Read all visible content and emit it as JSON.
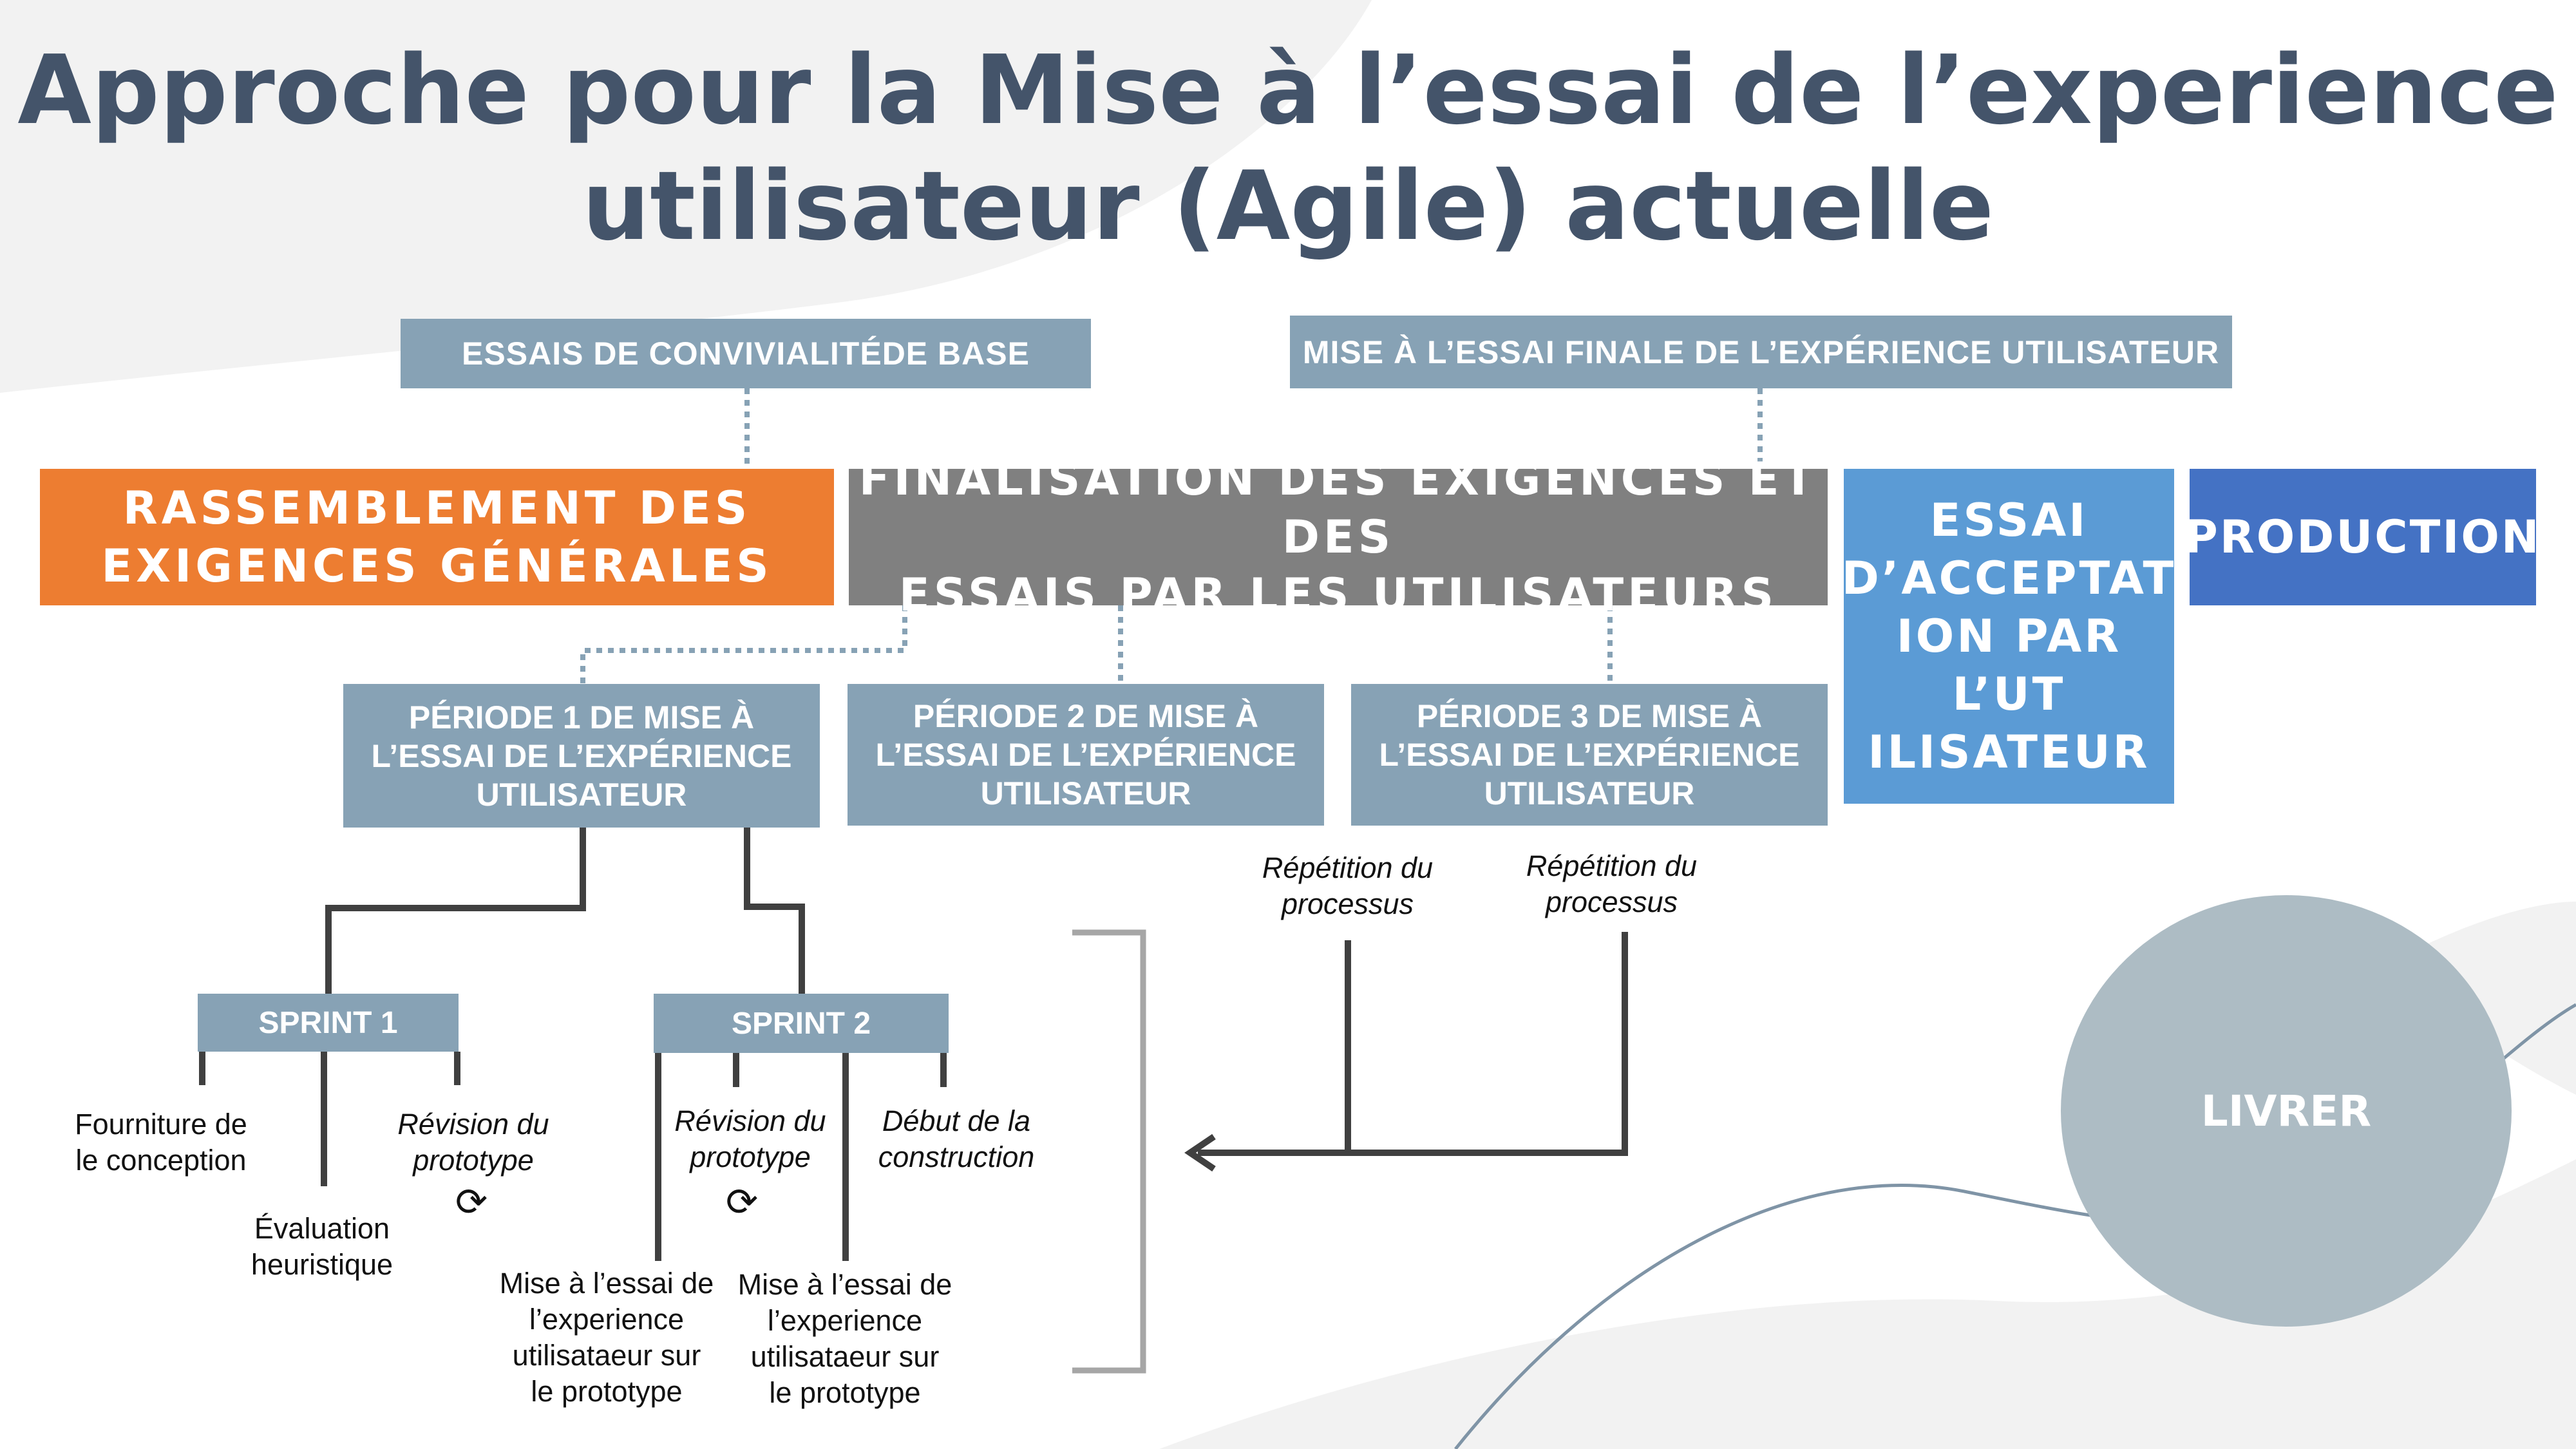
{
  "title": {
    "line1": "Approche pour la Mise à l’essai de l’experience",
    "line2": "utilisateur (Agile) actuelle"
  },
  "top_labels": {
    "left": "ESSAIS DE CONVIVIALITÉDE BASE",
    "right": "MISE À L’ESSAI FINALE DE L’EXPÉRIENCE UTILISATEUR"
  },
  "phases": {
    "gathering": {
      "line1": "RASSEMBLEMENT DES",
      "line2": "EXIGENCES GÉNÉRALES"
    },
    "finalization": {
      "line1": "FINALISATION DES EXIGENCES ET DES",
      "line2": "ESSAIS PAR LES UTILISATEURS"
    },
    "acceptance": {
      "line1": "ESSAI",
      "line2": "D’ACCEPTAT",
      "line3": "ION PAR",
      "line4": "L’UT",
      "line5": "ILISATEUR"
    },
    "production": "PRODUCTION"
  },
  "periods": [
    {
      "line1": "PÉRIODE 1 DE MISE À",
      "line2": "L’ESSAI DE L’EXPÉRIENCE",
      "line3": "UTILISATEUR"
    },
    {
      "line1": "PÉRIODE 2 DE MISE À",
      "line2": "L’ESSAI DE L’EXPÉRIENCE",
      "line3": "UTILISATEUR"
    },
    {
      "line1": "PÉRIODE 3 DE MISE À",
      "line2": "L’ESSAI DE L’EXPÉRIENCE",
      "line3": "UTILISATEUR"
    }
  ],
  "sprints": [
    "SPRINT 1",
    "SPRINT 2"
  ],
  "sprint1_items": {
    "design": {
      "line1": "Fourniture de",
      "line2": "le conception"
    },
    "heuristic": {
      "line1": "Évaluation",
      "line2": "heuristique"
    },
    "review": {
      "line1": "Révision du",
      "line2": "prototype"
    }
  },
  "sprint2_items": {
    "review": {
      "line1": "Révision du",
      "line2": "prototype"
    },
    "build": {
      "line1": "Début de la",
      "line2": "construction"
    },
    "test_a": {
      "line1": "Mise à l’essai de",
      "line2": "l’experience",
      "line3": "utilisataeur sur",
      "line4": "le prototype"
    },
    "test_b": {
      "line1": "Mise à l’essai de",
      "line2": "l’experience",
      "line3": "utilisataeur sur",
      "line4": "le prototype"
    }
  },
  "repeat": {
    "a": {
      "line1": "Répétition du",
      "line2": "processus"
    },
    "b": {
      "line1": "Répétition du",
      "line2": "processus"
    }
  },
  "deliver": "LIVRER",
  "colors": {
    "title": "#44546a",
    "steel": "#87a2b5",
    "orange": "#ed7d31",
    "gray": "#808080",
    "blue_light": "#5b9bd5",
    "blue": "#4472c4",
    "circle": "#adbcc4"
  },
  "icons": {
    "cycle": "refresh-cycle-icon",
    "arrow": "arrow-left-icon"
  }
}
